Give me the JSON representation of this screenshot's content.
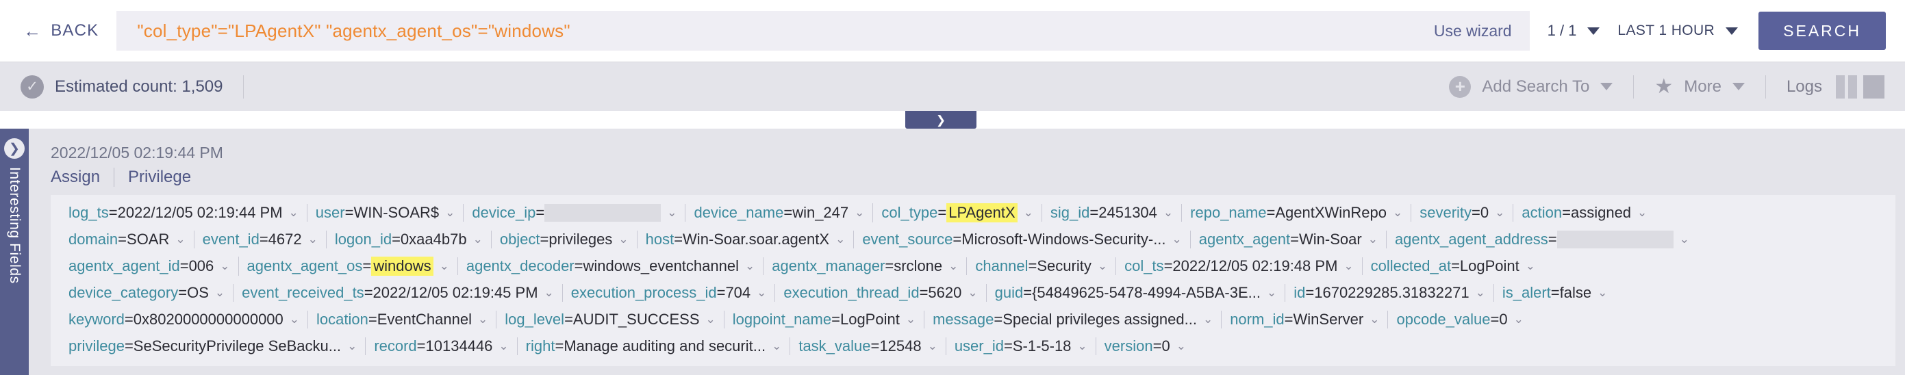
{
  "topbar": {
    "back_label": "BACK",
    "back_icon": "arrow-left-icon",
    "query": "\"col_type\"=\"LPAgentX\" \"agentx_agent_os\"=\"windows\"",
    "query_color": "#ef8a33",
    "wizard_label": "Use wizard",
    "pager_label": "1 / 1",
    "timerange_label": "LAST 1 HOUR",
    "search_label": "SEARCH",
    "search_button_color": "#5a619b"
  },
  "statusbar": {
    "estimated_count_label": "Estimated count: 1,509",
    "check_icon": "check-circle-icon",
    "add_search_to_label": "Add Search To",
    "add_icon": "plus-circle-icon",
    "more_label": "More",
    "more_icon": "star-icon",
    "logs_label": "Logs",
    "view_split_icon": "split-view-icon",
    "view_full_icon": "full-view-icon"
  },
  "collapse_tab": {
    "icon": "chevron-double-down-icon",
    "glyph": "❯"
  },
  "sidebar": {
    "expand_icon": "chevron-right-circle-icon",
    "label": "Interesting Fields",
    "background": "#575e8c"
  },
  "log_entry": {
    "timestamp": "2022/12/05 02:19:44 PM",
    "tags": [
      "Assign",
      "Privilege"
    ],
    "rows": [
      [
        {
          "key": "log_ts",
          "value": "2022/12/05 02:19:44 PM"
        },
        {
          "key": "user",
          "value": "WIN-SOAR$"
        },
        {
          "key": "device_ip",
          "value": "",
          "redacted": true
        },
        {
          "key": "device_name",
          "value": "win_247"
        },
        {
          "key": "col_type",
          "value": "LPAgentX",
          "highlight": true
        },
        {
          "key": "sig_id",
          "value": "2451304"
        },
        {
          "key": "repo_name",
          "value": "AgentXWinRepo"
        },
        {
          "key": "severity",
          "value": "0"
        },
        {
          "key": "action",
          "value": "assigned"
        }
      ],
      [
        {
          "key": "domain",
          "value": "SOAR"
        },
        {
          "key": "event_id",
          "value": "4672"
        },
        {
          "key": "logon_id",
          "value": "0xaa4b7b"
        },
        {
          "key": "object",
          "value": "privileges"
        },
        {
          "key": "host",
          "value": "Win-Soar.soar.agentX"
        },
        {
          "key": "event_source",
          "value": "Microsoft-Windows-Security-..."
        },
        {
          "key": "agentx_agent",
          "value": "Win-Soar"
        },
        {
          "key": "agentx_agent_address",
          "value": "",
          "redacted": true
        }
      ],
      [
        {
          "key": "agentx_agent_id",
          "value": "006"
        },
        {
          "key": "agentx_agent_os",
          "value": "windows",
          "highlight": true
        },
        {
          "key": "agentx_decoder",
          "value": "windows_eventchannel"
        },
        {
          "key": "agentx_manager",
          "value": "srclone"
        },
        {
          "key": "channel",
          "value": "Security"
        },
        {
          "key": "col_ts",
          "value": "2022/12/05 02:19:48 PM"
        },
        {
          "key": "collected_at",
          "value": "LogPoint"
        }
      ],
      [
        {
          "key": "device_category",
          "value": "OS"
        },
        {
          "key": "event_received_ts",
          "value": "2022/12/05 02:19:45 PM"
        },
        {
          "key": "execution_process_id",
          "value": "704"
        },
        {
          "key": "execution_thread_id",
          "value": "5620"
        },
        {
          "key": "guid",
          "value": "{54849625-5478-4994-A5BA-3E..."
        },
        {
          "key": "id",
          "value": "1670229285.31832271"
        },
        {
          "key": "is_alert",
          "value": "false"
        }
      ],
      [
        {
          "key": "keyword",
          "value": "0x8020000000000000"
        },
        {
          "key": "location",
          "value": "EventChannel"
        },
        {
          "key": "log_level",
          "value": "AUDIT_SUCCESS"
        },
        {
          "key": "logpoint_name",
          "value": "LogPoint"
        },
        {
          "key": "message",
          "value": "Special privileges assigned..."
        },
        {
          "key": "norm_id",
          "value": "WinServer"
        },
        {
          "key": "opcode_value",
          "value": "0"
        }
      ],
      [
        {
          "key": "privilege",
          "value": "SeSecurityPrivilege SeBacku..."
        },
        {
          "key": "record",
          "value": "10134446"
        },
        {
          "key": "right",
          "value": "Manage auditing and securit..."
        },
        {
          "key": "task_value",
          "value": "12548"
        },
        {
          "key": "user_id",
          "value": "S-1-5-18"
        },
        {
          "key": "version",
          "value": "0"
        }
      ]
    ]
  },
  "colors": {
    "field_key": "#3d8b9e",
    "field_value": "#2b2b33",
    "highlight": "#fbf36a",
    "accent": "#5a619b",
    "panel": "#eeeef3",
    "results_bg": "#e4e4ea"
  }
}
